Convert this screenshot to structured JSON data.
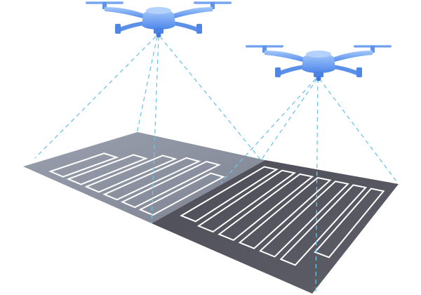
{
  "colors": {
    "background": "#ffffff",
    "drone_light": "#8fbaf7",
    "drone_dark": "#4f88ea",
    "beam": "#6fc4ea",
    "plot_light": "#8c929f",
    "plot_dark": "#55555f",
    "lane_stroke": "#ffffff"
  },
  "drones": [
    {
      "name": "drone-left",
      "icon": "drone-icon"
    },
    {
      "name": "drone-right",
      "icon": "drone-icon"
    }
  ],
  "field": {
    "plots": [
      {
        "name": "plot-light",
        "lanes": 6
      },
      {
        "name": "plot-dark",
        "lanes": 7
      }
    ]
  }
}
